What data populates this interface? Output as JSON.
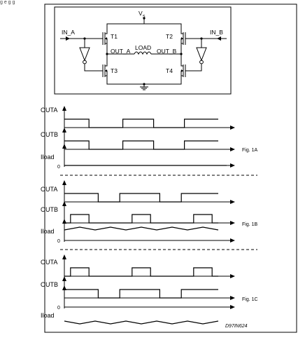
{
  "caption_fragment": "g   e                  g     g",
  "schematic": {
    "supply": "V",
    "supply_sub": "s",
    "in_a": "IN_A",
    "in_b": "IN_B",
    "out_a": "OUT_A",
    "out_b": "OUT_B",
    "load": "LOAD",
    "t1": "T1",
    "t2": "T2",
    "t3": "T3",
    "t4": "T4"
  },
  "timing": {
    "panels": [
      {
        "name": "Fig. 1A",
        "outa": "OUTA",
        "outb": "OUTB",
        "iload": "Iload",
        "zero": "0",
        "outa_wave": [
          [
            0,
            1
          ],
          [
            0.16,
            1
          ],
          [
            0.16,
            0
          ],
          [
            0.38,
            0
          ],
          [
            0.38,
            1
          ],
          [
            0.58,
            1
          ],
          [
            0.58,
            0
          ],
          [
            0.78,
            0
          ],
          [
            0.78,
            1
          ],
          [
            1,
            1
          ]
        ],
        "outb_wave": [
          [
            0,
            1
          ],
          [
            0.16,
            1
          ],
          [
            0.16,
            0
          ],
          [
            0.38,
            0
          ],
          [
            0.38,
            1
          ],
          [
            0.58,
            1
          ],
          [
            0.58,
            0
          ],
          [
            0.78,
            0
          ],
          [
            0.78,
            1
          ],
          [
            1,
            1
          ]
        ],
        "iload_wave": "flat"
      },
      {
        "name": "Fig. 1B",
        "outa": "OUTA",
        "outb": "OUTB",
        "iload": "Iload",
        "zero": "0",
        "outa_wave": [
          [
            0,
            1
          ],
          [
            0.22,
            1
          ],
          [
            0.22,
            0
          ],
          [
            0.36,
            0
          ],
          [
            0.36,
            1
          ],
          [
            0.62,
            1
          ],
          [
            0.62,
            0
          ],
          [
            0.76,
            0
          ],
          [
            0.76,
            1
          ],
          [
            1,
            1
          ]
        ],
        "outb_wave": [
          [
            0,
            0
          ],
          [
            0.04,
            0
          ],
          [
            0.04,
            1
          ],
          [
            0.16,
            1
          ],
          [
            0.16,
            0
          ],
          [
            0.44,
            0
          ],
          [
            0.44,
            1
          ],
          [
            0.56,
            1
          ],
          [
            0.56,
            0
          ],
          [
            0.84,
            0
          ],
          [
            0.84,
            1
          ],
          [
            0.96,
            1
          ],
          [
            0.96,
            0
          ],
          [
            1,
            0
          ]
        ],
        "iload_wave": "sawtooth-positive"
      },
      {
        "name": "Fig. 1C",
        "outa": "OUTA",
        "outb": "OUTB",
        "iload": "Iload",
        "zero": "0",
        "outa_wave": [
          [
            0,
            0
          ],
          [
            0.04,
            0
          ],
          [
            0.04,
            1
          ],
          [
            0.16,
            1
          ],
          [
            0.16,
            0
          ],
          [
            0.44,
            0
          ],
          [
            0.44,
            1
          ],
          [
            0.56,
            1
          ],
          [
            0.56,
            0
          ],
          [
            0.84,
            0
          ],
          [
            0.84,
            1
          ],
          [
            0.96,
            1
          ],
          [
            0.96,
            0
          ],
          [
            1,
            0
          ]
        ],
        "outb_wave": [
          [
            0,
            1
          ],
          [
            0.22,
            1
          ],
          [
            0.22,
            0
          ],
          [
            0.36,
            0
          ],
          [
            0.36,
            1
          ],
          [
            0.62,
            1
          ],
          [
            0.62,
            0
          ],
          [
            0.76,
            0
          ],
          [
            0.76,
            1
          ],
          [
            1,
            1
          ]
        ],
        "iload_wave": "sawtooth-negative"
      }
    ],
    "code": "D97IN624"
  }
}
